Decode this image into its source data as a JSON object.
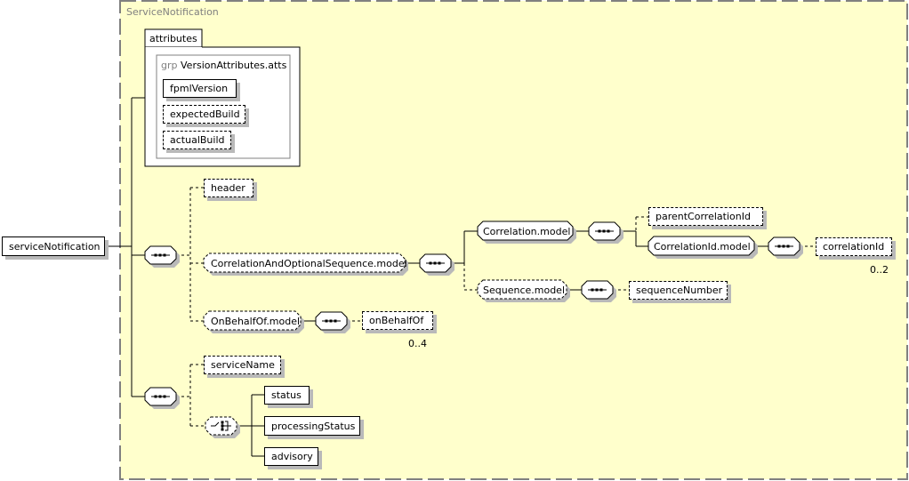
{
  "diagram": {
    "type_name": "ServiceNotification",
    "root_element": "serviceNotification",
    "attributes": {
      "tab_label": "attributes",
      "group_prefix": "grp",
      "group_name": "VersionAttributes.atts",
      "items": [
        {
          "name": "fpmlVersion",
          "required": true
        },
        {
          "name": "expectedBuild",
          "required": false
        },
        {
          "name": "actualBuild",
          "required": false
        }
      ]
    },
    "sequence1": {
      "compositor": "sequence",
      "children": [
        {
          "name": "header",
          "kind": "element",
          "optional": true
        },
        {
          "name": "CorrelationAndOptionalSequence.model",
          "kind": "group",
          "optional": true
        },
        {
          "name": "OnBehalfOf.model",
          "kind": "group",
          "optional": true
        }
      ]
    },
    "correlation_and_optional_sequence": {
      "compositor": "sequence",
      "children": [
        {
          "name": "Correlation.model",
          "kind": "group",
          "optional": false
        },
        {
          "name": "Sequence.model",
          "kind": "group",
          "optional": true
        }
      ]
    },
    "correlation_model": {
      "compositor": "sequence",
      "children": [
        {
          "name": "parentCorrelationId",
          "kind": "element",
          "optional": true
        },
        {
          "name": "CorrelationId.model",
          "kind": "group",
          "optional": false
        }
      ]
    },
    "correlation_id_model": {
      "compositor": "sequence",
      "children": [
        {
          "name": "correlationId",
          "kind": "element",
          "optional": true,
          "occurs": "0..2"
        }
      ]
    },
    "sequence_model": {
      "compositor": "sequence",
      "children": [
        {
          "name": "sequenceNumber",
          "kind": "element",
          "optional": true
        }
      ]
    },
    "on_behalf_of_model": {
      "compositor": "sequence",
      "children": [
        {
          "name": "onBehalfOf",
          "kind": "element",
          "optional": true,
          "occurs": "0..4"
        }
      ]
    },
    "sequence2": {
      "compositor": "sequence",
      "children": [
        {
          "name": "serviceName",
          "kind": "element",
          "optional": true
        }
      ],
      "choice": {
        "compositor": "choice",
        "optional": true,
        "children": [
          {
            "name": "status"
          },
          {
            "name": "processingStatus"
          },
          {
            "name": "advisory"
          }
        ]
      }
    },
    "colors": {
      "type_background": "#ffffcc",
      "type_border": "#808080",
      "shadow": "#b9b9b9",
      "line": "#000000",
      "group_label": "#808080"
    }
  }
}
